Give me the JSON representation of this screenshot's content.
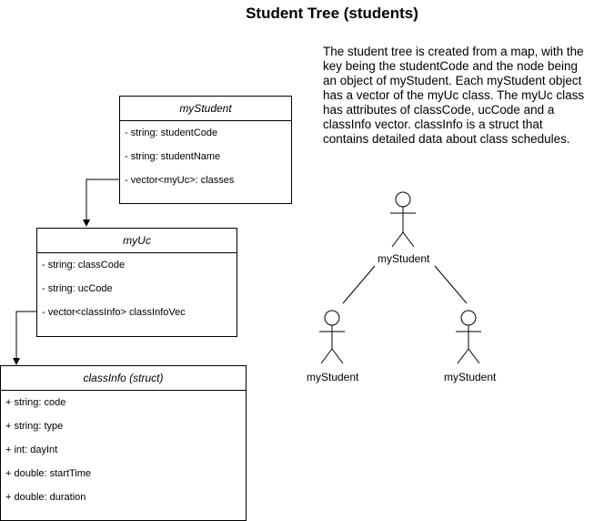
{
  "title": "Student Tree (students)",
  "description": "The student tree is created from a map, with the key being the studentCode and the node being an object of myStudent. Each myStudent object has a vector of the myUc class. The myUc class has attributes of classCode, ucCode and a classInfo vector. classInfo is a struct that contains detailed data about class schedules.",
  "classes": {
    "myStudent": {
      "name": "myStudent",
      "attributes": [
        "- string: studentCode",
        "- string: studentName",
        "- vector<myUc>: classes"
      ]
    },
    "myUc": {
      "name": "myUc",
      "attributes": [
        "- string: classCode",
        "- string: ucCode",
        "- vector<classInfo> classInfoVec"
      ]
    },
    "classInfo": {
      "name": "classInfo (struct)",
      "attributes": [
        "+ string: code",
        "+ string: type",
        "+ int: dayInt",
        "+ double: startTime",
        "+ double: duration"
      ]
    }
  },
  "tree": {
    "root_label": "myStudent",
    "left_label": "myStudent",
    "right_label": "myStudent"
  }
}
